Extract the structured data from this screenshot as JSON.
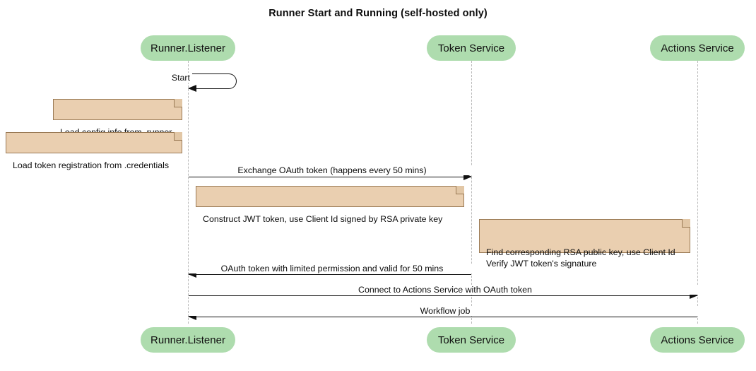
{
  "diagram": {
    "type": "sequence-diagram",
    "title": "Runner Start and Running (self-hosted only)",
    "colors": {
      "participant_fill": "#aedcae",
      "note_fill": "#eacfb0",
      "note_border": "#9a7a55",
      "lifeline": "#b9b9b9",
      "arrow": "#111111",
      "background": "#ffffff"
    }
  },
  "participants": [
    {
      "id": "runner",
      "label": "Runner.Listener"
    },
    {
      "id": "token",
      "label": "Token Service"
    },
    {
      "id": "actions",
      "label": "Actions Service"
    }
  ],
  "messages": [
    {
      "id": "start",
      "label": "Start",
      "from": "runner",
      "to": "runner",
      "kind": "self",
      "direction": "self"
    },
    {
      "id": "exchange-oauth-token",
      "label": "Exchange OAuth token (happens every 50 mins)",
      "from": "runner",
      "to": "token",
      "kind": "sync",
      "direction": "right"
    },
    {
      "id": "oauth-token-reply",
      "label": "OAuth token with limited permission and valid for 50 mins",
      "from": "token",
      "to": "runner",
      "kind": "reply",
      "direction": "left"
    },
    {
      "id": "connect-actions-service",
      "label": "Connect to Actions Service with OAuth token",
      "from": "runner",
      "to": "actions",
      "kind": "sync",
      "direction": "right"
    },
    {
      "id": "workflow-job",
      "label": "Workflow job",
      "from": "actions",
      "to": "runner",
      "kind": "reply",
      "direction": "left"
    }
  ],
  "notes": [
    {
      "id": "note-load-config",
      "text": "Load config info from .runner",
      "attached_to": "runner"
    },
    {
      "id": "note-load-token-registration",
      "text": "Load token registration from .credentials",
      "attached_to": "runner"
    },
    {
      "id": "note-construct-jwt",
      "text": "Construct JWT token, use Client Id signed by RSA private key",
      "attached_to": "runner"
    },
    {
      "id": "note-verify-jwt",
      "text": "Find corresponding RSA public key, use Client Id\nVerify JWT token's signature",
      "attached_to": "token"
    }
  ]
}
